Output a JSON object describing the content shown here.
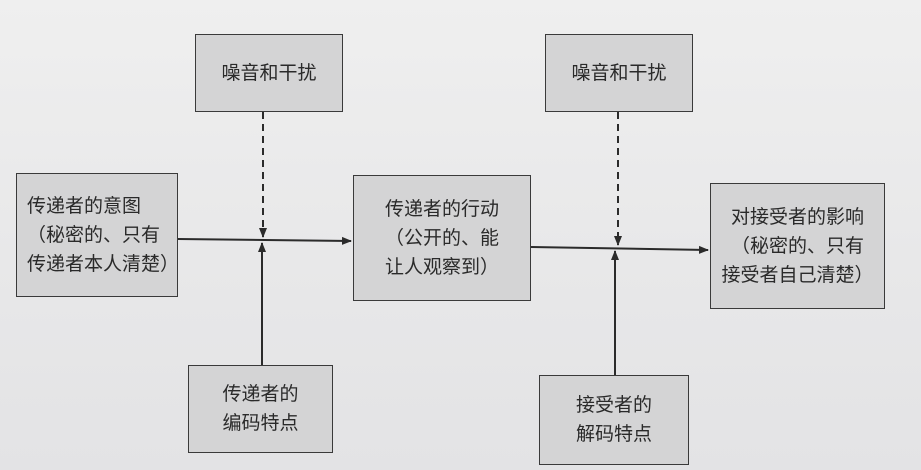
{
  "diagram": {
    "noise_left": {
      "label": "噪音和干扰"
    },
    "noise_right": {
      "label": "噪音和干扰"
    },
    "sender_intent": {
      "lines": [
        "传递者的意图",
        "（秘密的、只有",
        "传递者本人清楚）"
      ]
    },
    "sender_action": {
      "lines": [
        "传递者的行动",
        "（公开的、能",
        "让人观察到）"
      ]
    },
    "receiver_effect": {
      "lines": [
        "对接受者的影响",
        "（秘密的、只有",
        "接受者自己清楚）"
      ]
    },
    "sender_encoding": {
      "lines": [
        "传递者的",
        "编码特点"
      ]
    },
    "receiver_decoding": {
      "lines": [
        "接受者的",
        "解码特点"
      ]
    }
  }
}
